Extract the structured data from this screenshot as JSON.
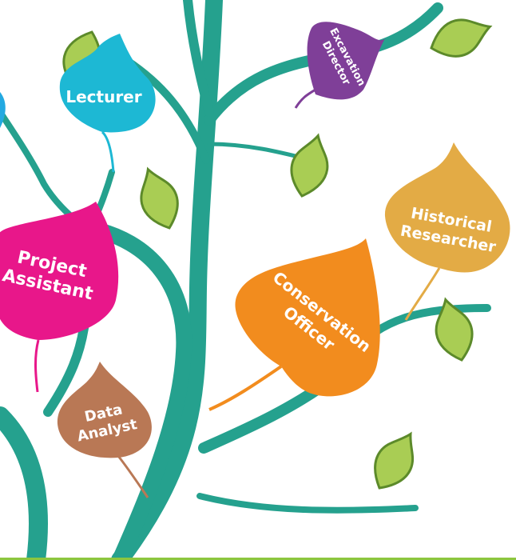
{
  "colors": {
    "branch": "#25a18e",
    "green_leaf_fill": "#a9cd54",
    "green_leaf_outline": "#5c8a2a",
    "lecturer": "#1db8d4",
    "project_assistant": "#e8178a",
    "excavation_director": "#7f3f98",
    "historical_researcher": "#e3ab45",
    "conservation_officer": "#f28c1e",
    "data_analyst": "#b97855",
    "offscreen_blue": "#23a9e1",
    "bottom_edge": "#8dc63f"
  },
  "leaves": {
    "lecturer": {
      "label": "Lecturer"
    },
    "project_assistant": {
      "line1": "Project",
      "line2": "Assistant"
    },
    "excavation_director": {
      "line1": "Excavation",
      "line2": "Director"
    },
    "historical_researcher": {
      "line1": "Historical",
      "line2": "Researcher"
    },
    "conservation_officer": {
      "line1": "Conservation",
      "line2": "Officer"
    },
    "data_analyst": {
      "line1": "Data",
      "line2": "Analyst"
    }
  }
}
